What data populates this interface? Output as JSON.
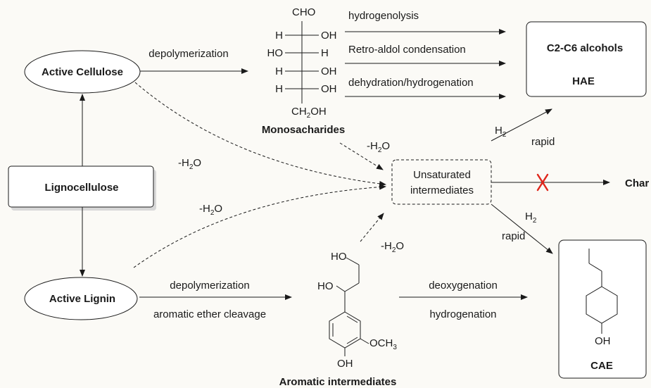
{
  "nodes": {
    "active_cellulose": "Active Cellulose",
    "lignocellulose": "Lignocellulose",
    "active_lignin": "Active Lignin",
    "unsaturated": [
      "Unsaturated",
      "intermediates"
    ],
    "hae": [
      "C2-C6 alcohols",
      "HAE"
    ],
    "char": "Char",
    "cae": "CAE",
    "monosacharides": "Monosacharides",
    "aromatic_intermediates": "Aromatic intermediates"
  },
  "labels": {
    "depolymerization_top": "depolymerization",
    "hydrogenolysis": "hydrogenolysis",
    "retro_aldol": "Retro-aldol condensation",
    "dehydration_hydrogenation": "dehydration/hydrogenation",
    "minus_h2o": "-H",
    "h2o_subscript": "2",
    "h2o_tail": "O",
    "h_letter": "H",
    "h2_subscript": "2",
    "rapid": "rapid",
    "depolymerization_bottom": "depolymerization",
    "aromatic_ether_cleavage": "aromatic ether cleavage",
    "deoxygenation": "deoxygenation",
    "hydrogenation": "hydrogenation"
  },
  "sugar": {
    "top": "CHO",
    "rows": [
      {
        "left": "H",
        "right": "OH"
      },
      {
        "left": "HO",
        "right": "H"
      },
      {
        "left": "H",
        "right": "OH"
      },
      {
        "left": "H",
        "right": "OH"
      }
    ],
    "bottom_ch": "CH",
    "bottom_sub": "2",
    "bottom_oh": "OH"
  },
  "aromatic": {
    "ho_top": "HO",
    "ho_mid": "HO",
    "oh_bottom": "OH",
    "och": "OCH",
    "och_sub": "3"
  },
  "cae_struct": {
    "oh": "OH"
  },
  "colors": {
    "ink": "#1a1a1a",
    "cross": "#e0261b",
    "background": "#fbfaf6"
  }
}
